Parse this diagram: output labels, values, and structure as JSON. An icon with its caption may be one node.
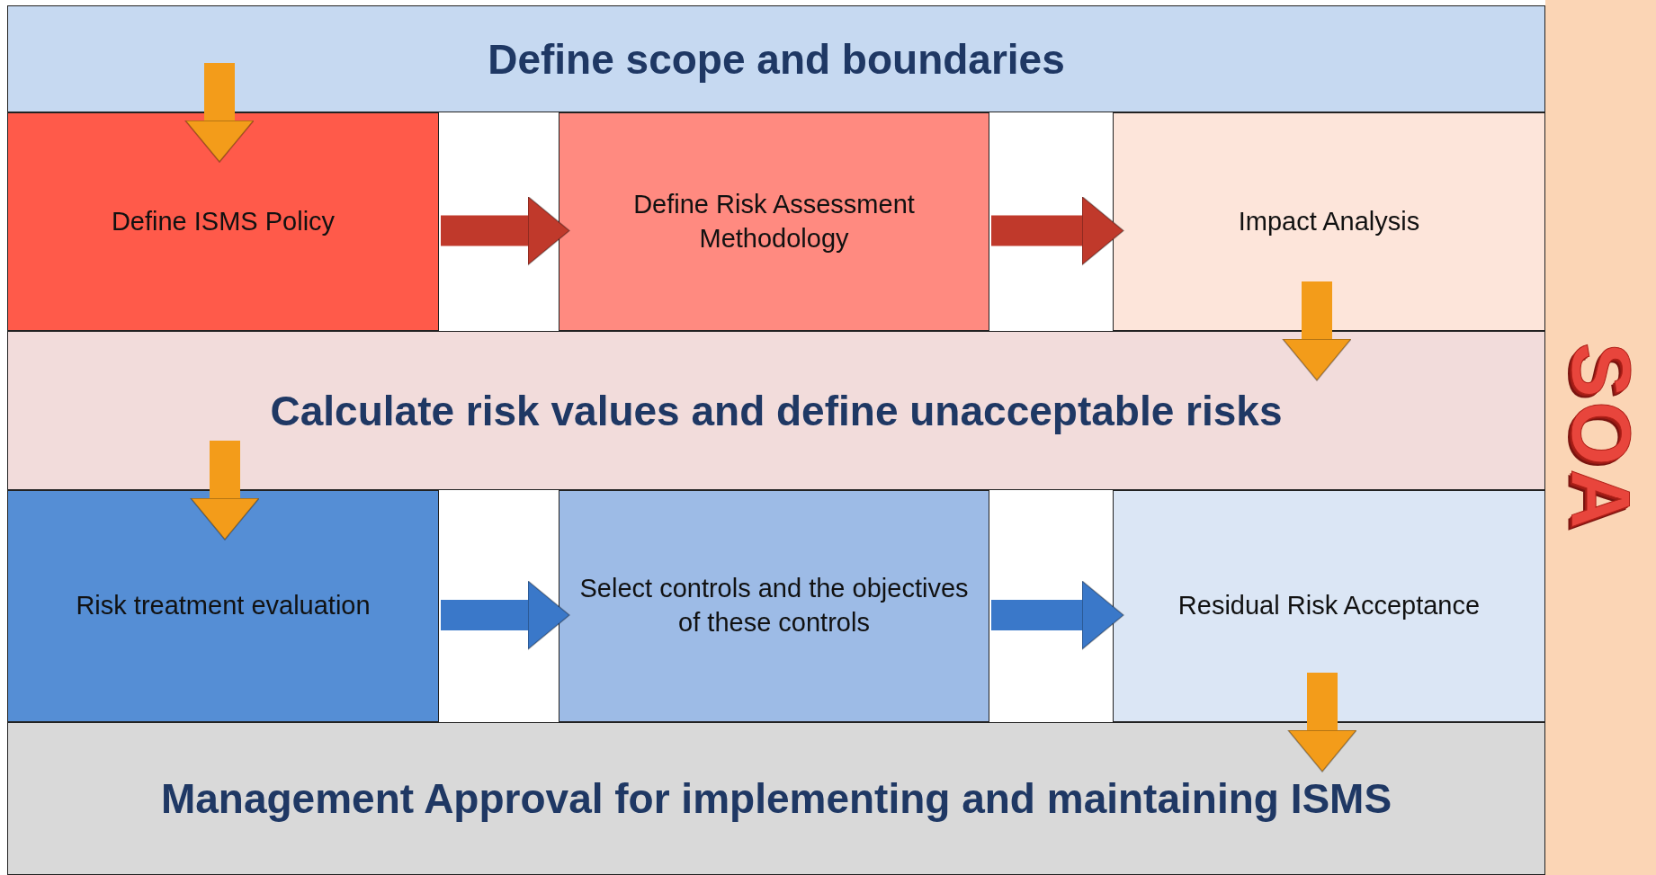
{
  "diagram": {
    "nodes": [
      {
        "text": [
          "Define scope and boundaries"
        ]
      },
      {
        "text": [
          "Define ISMS Policy"
        ]
      },
      {
        "text": [
          "Define Risk Assessment Methodology"
        ]
      },
      {
        "text": [
          "Impact Analysis"
        ]
      },
      {
        "text": [
          "Calculate risk values and define unacceptable risks"
        ]
      },
      {
        "text": [
          "Risk treatment evaluation"
        ]
      },
      {
        "text": [
          "Select controls and the objectives of these controls"
        ]
      },
      {
        "text": [
          "Residual Risk Acceptance"
        ]
      },
      {
        "text": [
          "Management Approval for implementing and maintaining ISMS"
        ]
      },
      {
        "text": [
          "SOA"
        ]
      }
    ],
    "edges": [
      {
        "from": 0,
        "to": 1,
        "arrow": "to"
      },
      {
        "from": 1,
        "to": 2,
        "arrow": "to",
        "color": "#c0392b"
      },
      {
        "from": 2,
        "to": 3,
        "arrow": "to",
        "color": "#c0392b"
      },
      {
        "from": 3,
        "to": 4,
        "arrow": "to"
      },
      {
        "from": 4,
        "to": 5,
        "arrow": "to"
      },
      {
        "from": 5,
        "to": 6,
        "arrow": "to",
        "color": "#3a78c9"
      },
      {
        "from": 6,
        "to": 7,
        "arrow": "to",
        "color": "#3a78c9"
      },
      {
        "from": 7,
        "to": 8,
        "arrow": "to"
      }
    ]
  }
}
